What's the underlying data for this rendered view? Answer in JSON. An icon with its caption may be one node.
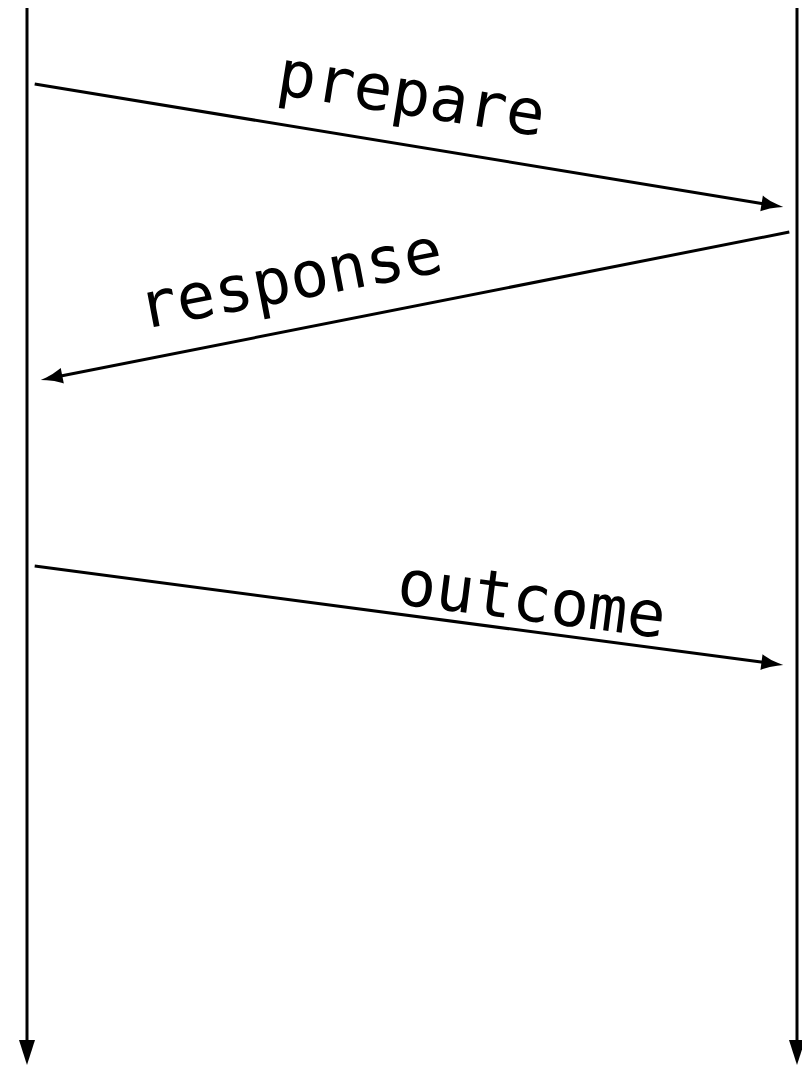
{
  "diagram": {
    "nodes": [
      {
        "text": [],
        "shape": "bar"
      },
      {
        "text": [],
        "shape": "bar"
      }
    ],
    "edges": [
      {
        "from": 0,
        "to": 1,
        "arrow": "to",
        "label": "prepare"
      },
      {
        "from": 1,
        "to": 0,
        "arrow": "to",
        "label": "response"
      },
      {
        "from": 0,
        "to": 1,
        "arrow": "to",
        "label": "outcome"
      }
    ]
  }
}
